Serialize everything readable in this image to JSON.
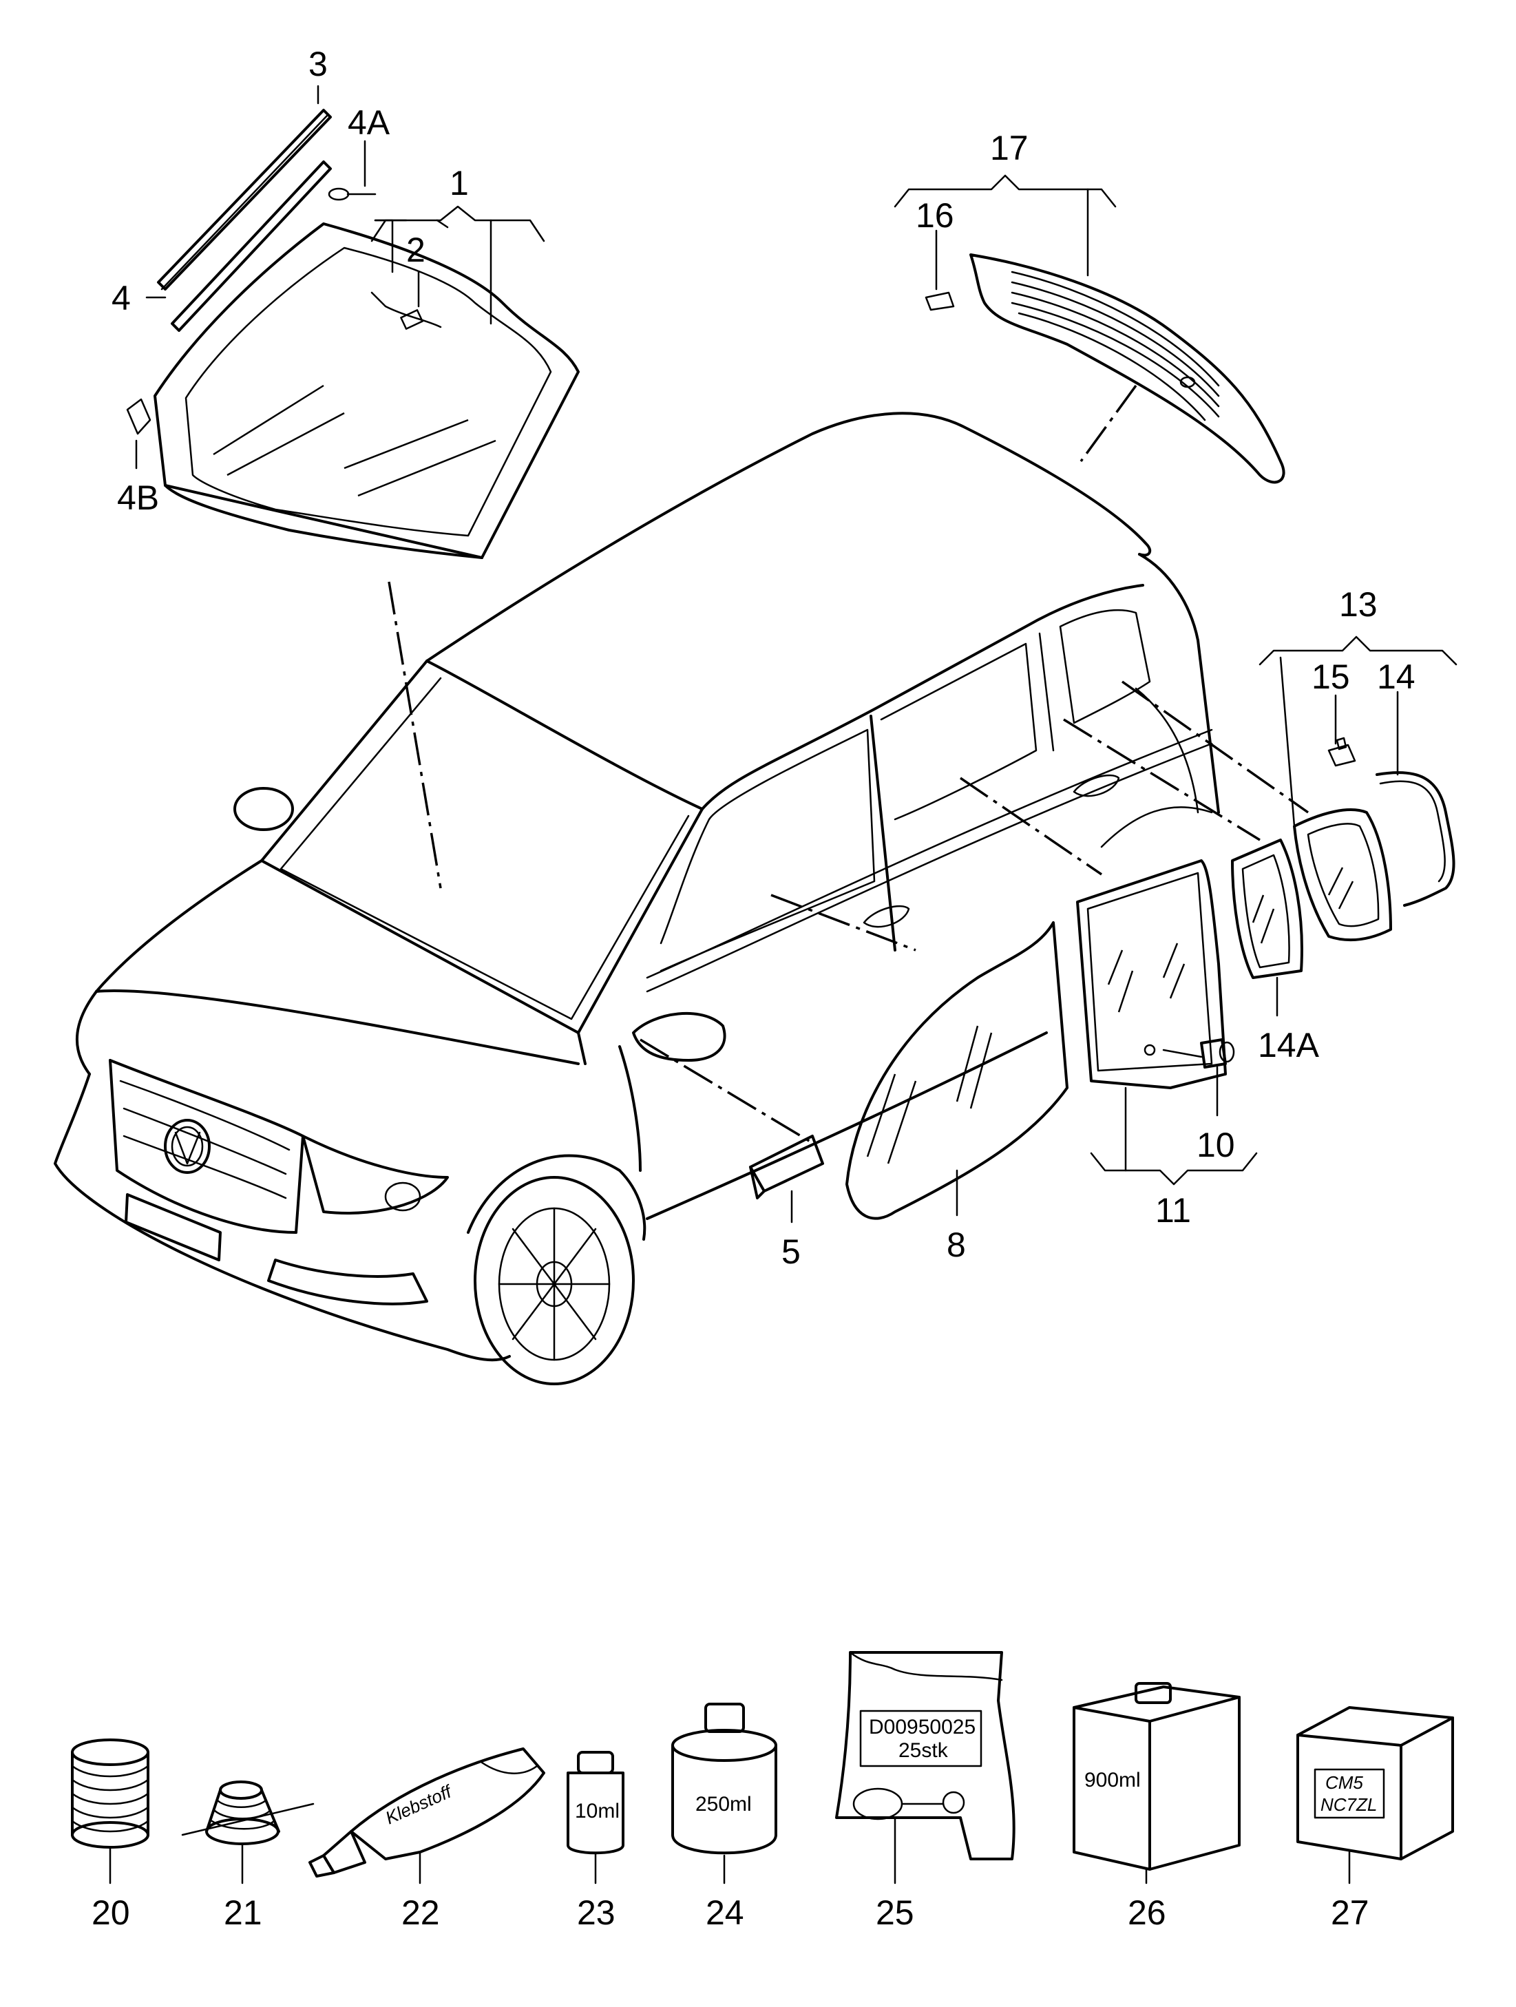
{
  "callouts": [
    {
      "id": "c1",
      "label": "1"
    },
    {
      "id": "c2",
      "label": "2"
    },
    {
      "id": "c3",
      "label": "3"
    },
    {
      "id": "c4",
      "label": "4"
    },
    {
      "id": "c4a",
      "label": "4A"
    },
    {
      "id": "c4b",
      "label": "4B"
    },
    {
      "id": "c5",
      "label": "5"
    },
    {
      "id": "c8",
      "label": "8"
    },
    {
      "id": "c10",
      "label": "10"
    },
    {
      "id": "c11",
      "label": "11"
    },
    {
      "id": "c13",
      "label": "13"
    },
    {
      "id": "c14",
      "label": "14"
    },
    {
      "id": "c14a",
      "label": "14A"
    },
    {
      "id": "c15",
      "label": "15"
    },
    {
      "id": "c16",
      "label": "16"
    },
    {
      "id": "c17",
      "label": "17"
    },
    {
      "id": "c20",
      "label": "20"
    },
    {
      "id": "c21",
      "label": "21"
    },
    {
      "id": "c22",
      "label": "22"
    },
    {
      "id": "c23",
      "label": "23"
    },
    {
      "id": "c24",
      "label": "24"
    },
    {
      "id": "c25",
      "label": "25"
    },
    {
      "id": "c26",
      "label": "26"
    },
    {
      "id": "c27",
      "label": "27"
    }
  ],
  "products": {
    "tube_label": "Klebstoff",
    "bottle_small": "10ml",
    "can": "250ml",
    "bag_line1": "D00950025",
    "bag_line2": "25stk",
    "box": "900ml",
    "cube_line1": "CM5",
    "cube_line2": "NC7ZL"
  }
}
